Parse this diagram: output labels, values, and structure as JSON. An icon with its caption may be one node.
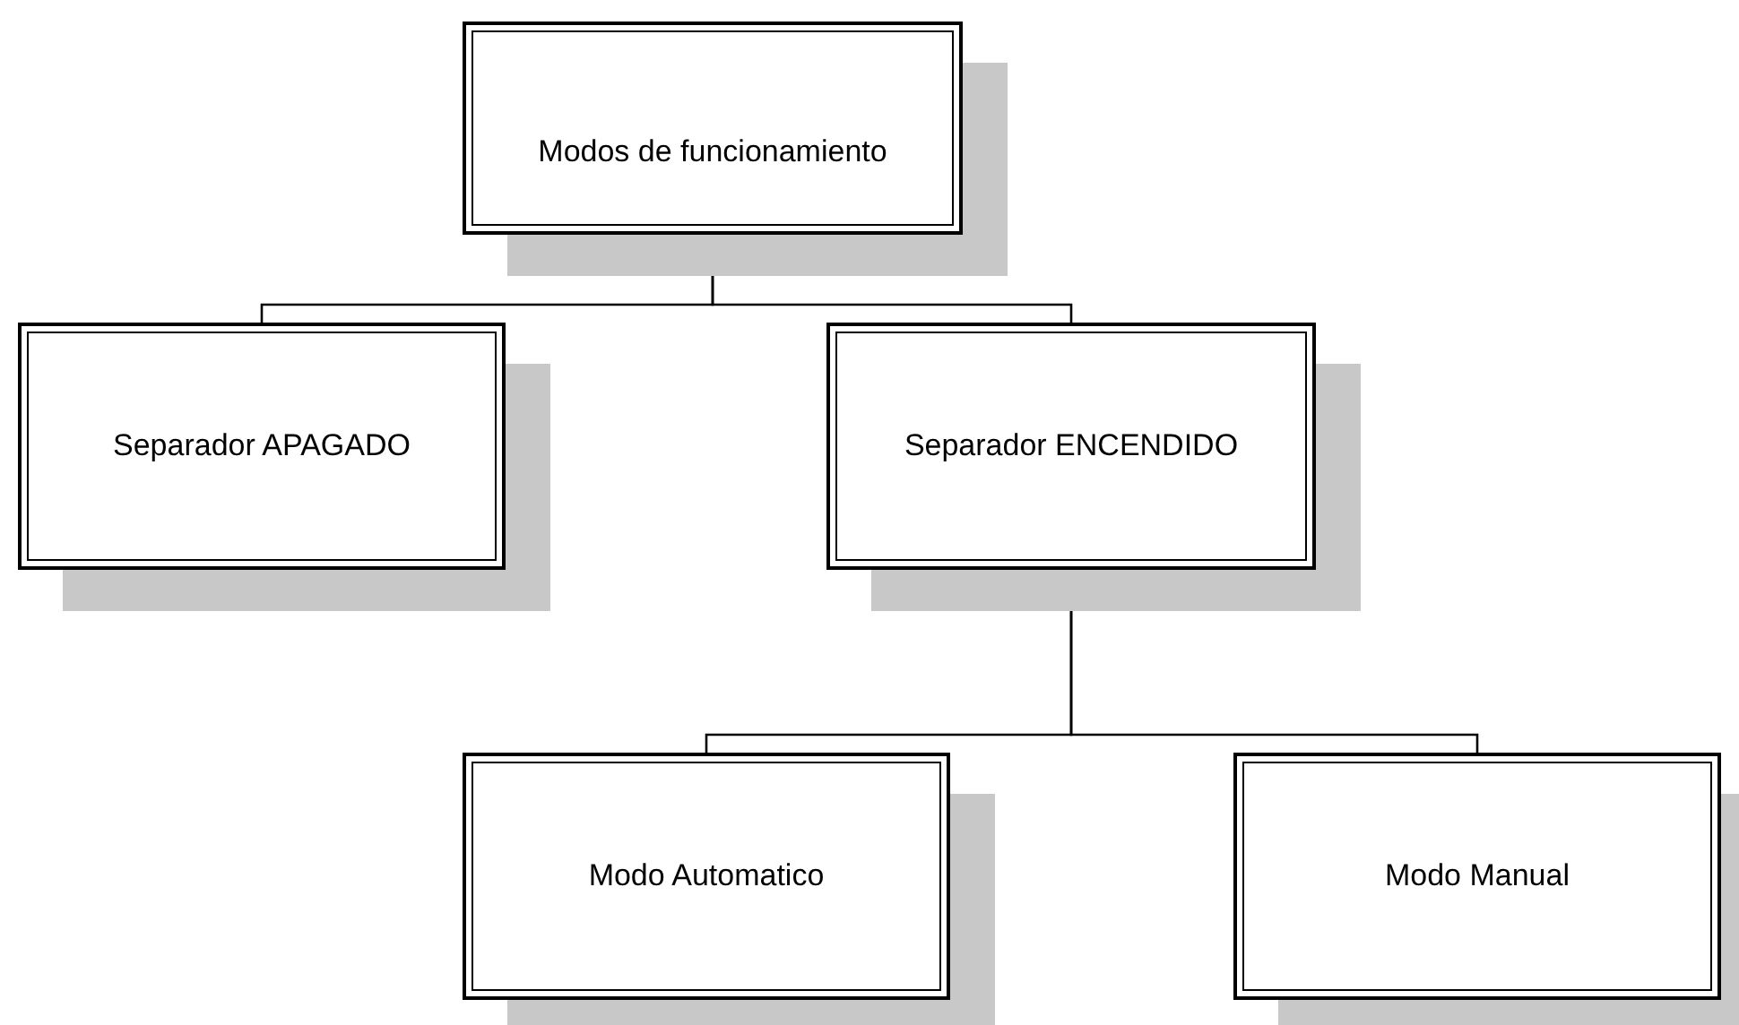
{
  "diagram": {
    "nodes": [
      {
        "text": [
          "Modos de funcionamiento"
        ]
      },
      {
        "text": [
          "Separador APAGADO"
        ]
      },
      {
        "text": [
          "Separador ENCENDIDO"
        ]
      },
      {
        "text": [
          "Modo Automatico"
        ]
      },
      {
        "text": [
          "Modo Manual"
        ]
      }
    ],
    "edges": [
      {
        "from": 0,
        "to": 1,
        "arrow": "none"
      },
      {
        "from": 0,
        "to": 2,
        "arrow": "none"
      },
      {
        "from": 2,
        "to": 3,
        "arrow": "none"
      },
      {
        "from": 2,
        "to": 4,
        "arrow": "none"
      }
    ]
  }
}
